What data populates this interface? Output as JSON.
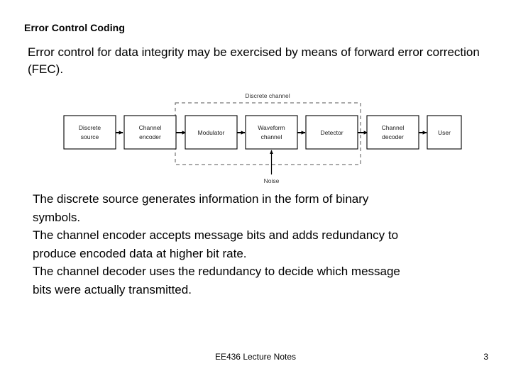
{
  "slide": {
    "title": "Error Control Coding",
    "intro": "Error control for data integrity may be exercised by means of forward error correction (FEC).",
    "body_lines": [
      "The discrete source generates information in the form of binary",
      "symbols.",
      "The channel encoder accepts message bits and adds redundancy to",
      "produce encoded data at higher bit rate.",
      "The channel decoder uses the redundancy to decide which message",
      "bits were actually transmitted."
    ],
    "footer": "EE436 Lecture Notes",
    "page_number": "3"
  },
  "diagram": {
    "dashed_group_label": "Discrete channel",
    "noise_label": "Noise",
    "blocks": [
      {
        "id": "discrete-source",
        "line1": "Discrete",
        "line2": "source"
      },
      {
        "id": "channel-encoder",
        "line1": "Channel",
        "line2": "encoder"
      },
      {
        "id": "modulator",
        "line1": "Modulator",
        "line2": ""
      },
      {
        "id": "waveform-channel",
        "line1": "Waveform",
        "line2": "channel"
      },
      {
        "id": "detector",
        "line1": "Detector",
        "line2": ""
      },
      {
        "id": "channel-decoder",
        "line1": "Channel",
        "line2": "decoder"
      },
      {
        "id": "user",
        "line1": "User",
        "line2": ""
      }
    ]
  },
  "colors": {
    "background": "#ffffff",
    "text": "#000000",
    "block_border": "#000000",
    "dashed_border": "#555555"
  }
}
